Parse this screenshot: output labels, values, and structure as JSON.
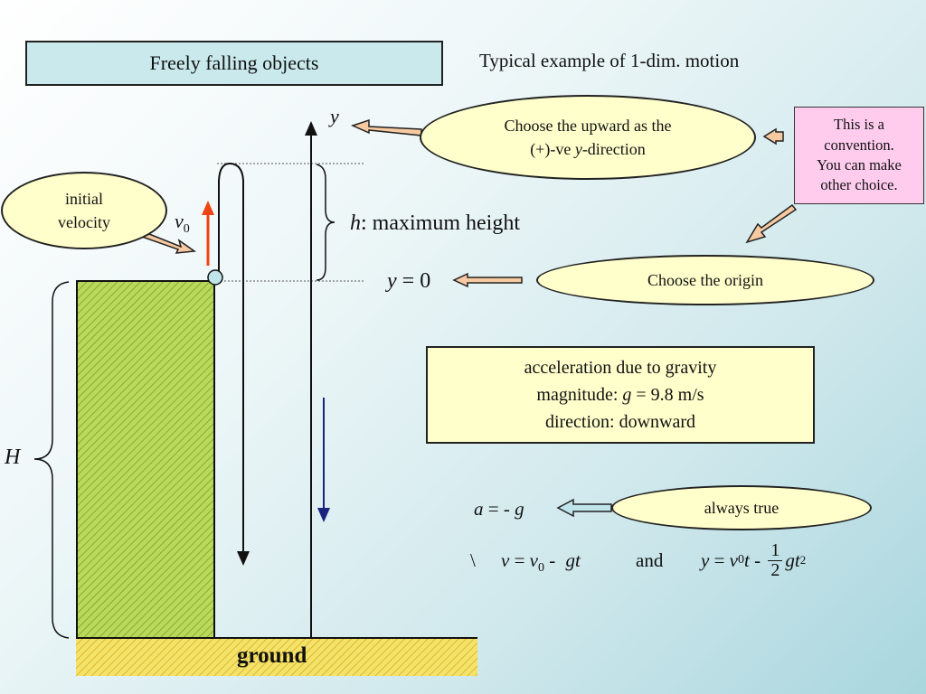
{
  "title": "Freely falling objects",
  "subtitle": "Typical example of 1-dim. motion",
  "callouts": {
    "upward_line1": "Choose the upward as the",
    "upward_line2_pre": "(+)-ve ",
    "upward_line2_var": "y",
    "upward_line2_post": "-direction",
    "initial_line1": "initial",
    "initial_line2": "velocity",
    "origin": "Choose the origin",
    "always": "always true"
  },
  "convention_note": {
    "line1": "This is a",
    "line2": "convention.",
    "line3": "You can make",
    "line4": "other choice."
  },
  "gravity_box": {
    "line1": "acceleration due to gravity",
    "line2_pre": "magnitude: ",
    "line2_var": "g",
    "line2_post": " = 9.8 m/s",
    "line3": "direction: downward"
  },
  "labels": {
    "y_axis": "y",
    "v0_var": "v",
    "v0_sub": "0",
    "h_var": "h",
    "h_text": ": maximum height",
    "origin_var": "y",
    "origin_rest": " = 0",
    "H": "H",
    "ground": "ground"
  },
  "equations": {
    "a_var": "a",
    "a_mid": " = - ",
    "a_g": "g",
    "therefore": "\\",
    "v_var": "v",
    "v_eq": " = ",
    "v0_var": "v",
    "v0_sub": "0",
    "v_minus": " - ",
    "gt": "gt",
    "and": "and",
    "y_var": "y",
    "y_eq": " = ",
    "y_v0": "v",
    "y_v0_sub": "0",
    "y_t": "t",
    "y_minus": " - ",
    "frac_num": "1",
    "frac_den": "2",
    "y_gt": "gt",
    "y_sq": "2"
  },
  "colors": {
    "arrow_fill": "#f7c9a0",
    "callout_fill": "#ffffcc",
    "note_fill": "#ffccee",
    "title_fill": "#c9e9ec",
    "cliff_fill": "#b8d95a",
    "ground_fill": "#f4e36a",
    "v0_arrow": "#ee4411",
    "gravity_arrow": "#1a237e",
    "blue_arrow_fill": "#bfe4ea"
  }
}
